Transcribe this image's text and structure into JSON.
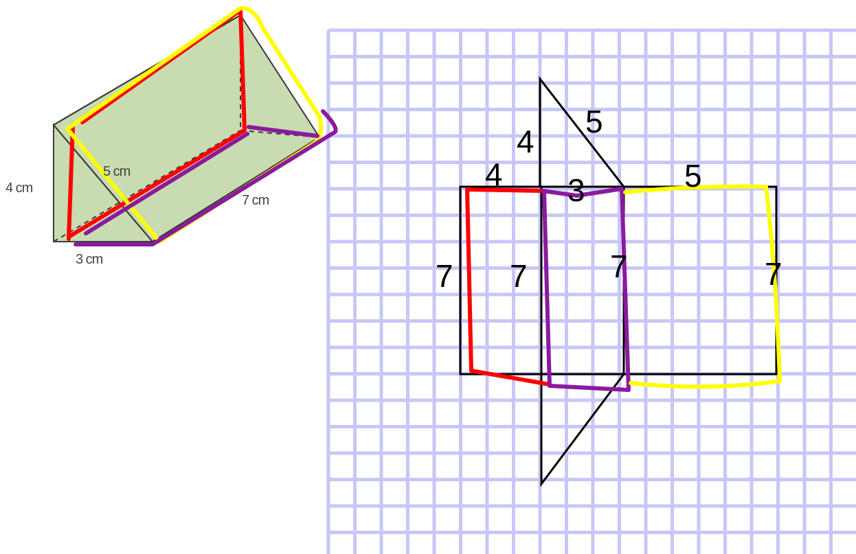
{
  "colors": {
    "background": "#ffffff",
    "grid": "#c7c7f7",
    "prism_fill": "#c9dbb0",
    "prism_edge": "#3a3a3a",
    "net_line": "#000000",
    "red": "#ff0000",
    "yellow": "#ffff00",
    "purple": "#8b1a9e"
  },
  "prism": {
    "labels": {
      "height": "4 cm",
      "hypotenuse": "5 cm",
      "length": "7 cm",
      "base": "3 cm"
    }
  },
  "net": {
    "grid_cell_units": 1,
    "labels": {
      "top_triangle_vertical": "4",
      "top_triangle_hypotenuse": "5",
      "left_rect_top": "4",
      "middle_rect_top": "3",
      "right_rect_top": "5",
      "left_rect_side": "7",
      "middle_left_side": "7",
      "middle_right_side": "7",
      "right_rect_side": "7"
    }
  }
}
